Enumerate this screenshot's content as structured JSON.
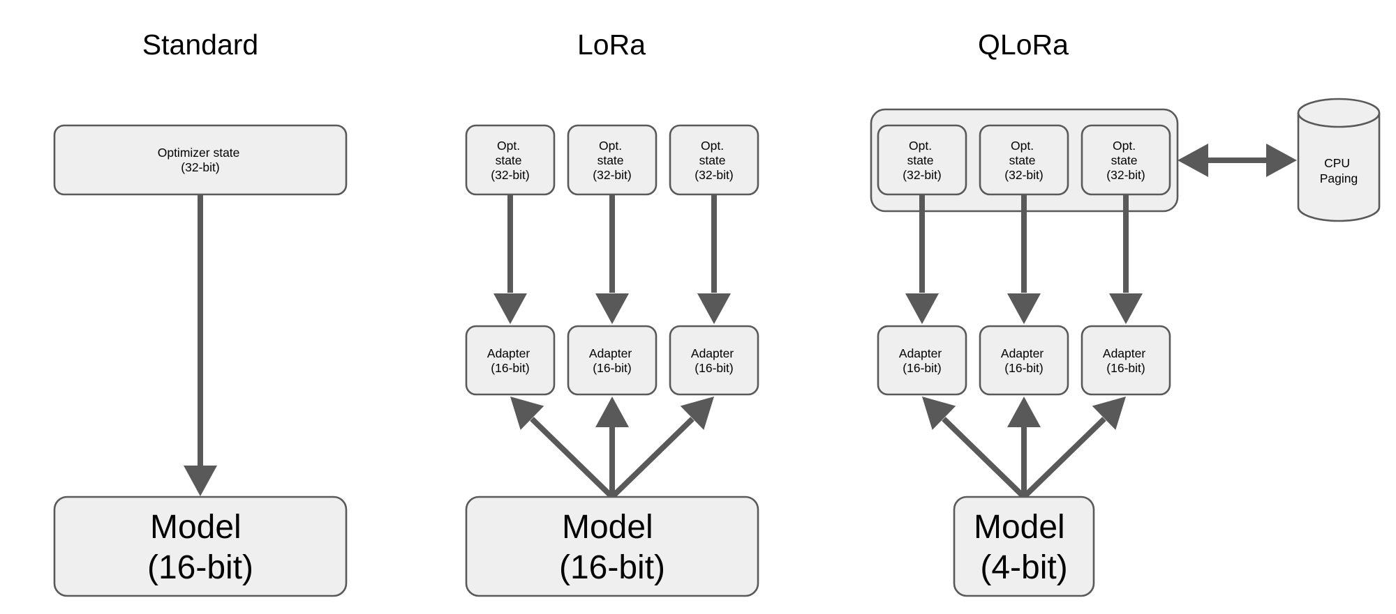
{
  "sections": {
    "standard": {
      "title": "Standard",
      "optimizer": [
        "Optimizer state",
        "(32-bit)"
      ],
      "model": [
        "Model",
        "(16-bit)"
      ]
    },
    "lora": {
      "title": "LoRa",
      "optimizers": [
        [
          "Opt.",
          "state",
          "(32-bit)"
        ],
        [
          "Opt.",
          "state",
          "(32-bit)"
        ],
        [
          "Opt.",
          "state",
          "(32-bit)"
        ]
      ],
      "adapters": [
        [
          "Adapter",
          "(16-bit)"
        ],
        [
          "Adapter",
          "(16-bit)"
        ],
        [
          "Adapter",
          "(16-bit)"
        ]
      ],
      "model": [
        "Model",
        "(16-bit)"
      ]
    },
    "qlora": {
      "title": "QLoRa",
      "optimizers": [
        [
          "Opt.",
          "state",
          "(32-bit)"
        ],
        [
          "Opt.",
          "state",
          "(32-bit)"
        ],
        [
          "Opt.",
          "state",
          "(32-bit)"
        ]
      ],
      "adapters": [
        [
          "Adapter",
          "(16-bit)"
        ],
        [
          "Adapter",
          "(16-bit)"
        ],
        [
          "Adapter",
          "(16-bit)"
        ]
      ],
      "model": [
        "Model",
        "(4-bit)"
      ],
      "cpu_paging": [
        "CPU",
        "Paging"
      ]
    }
  },
  "colors": {
    "box_fill": "#efefef",
    "box_stroke": "#595959",
    "arrow": "#595959",
    "text": "#000000"
  }
}
